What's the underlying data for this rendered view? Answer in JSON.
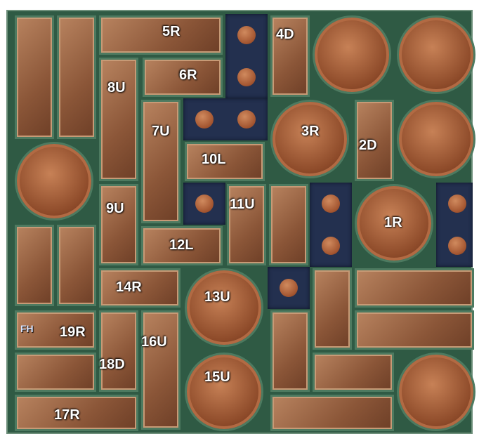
{
  "puzzle": {
    "moves": [
      "1R",
      "2D",
      "3R",
      "4D",
      "5R",
      "6R",
      "8U",
      "7U",
      "10L",
      "11U",
      "9U",
      "12L",
      "13U",
      "14R",
      "15U",
      "16U",
      "18D",
      "19R",
      "17R"
    ]
  },
  "logo": {
    "text": "FH"
  }
}
